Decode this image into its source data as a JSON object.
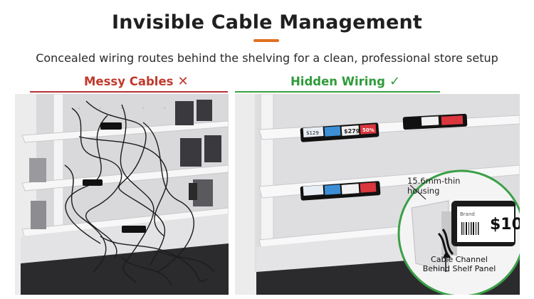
{
  "header": {
    "title": "Invisible Cable Management",
    "subtitle": "Concealed wiring routes behind the shelving for a clean, professional store setup"
  },
  "panels": {
    "left": {
      "label": "Messy Cables",
      "mark": "✕",
      "icon": "cross-icon",
      "color": "#c0392b"
    },
    "right": {
      "label": "Hidden Wiring",
      "mark": "✓",
      "icon": "check-icon",
      "color": "#2f9b3a"
    }
  },
  "callouts": {
    "housing_line1": "15.6mm-thin",
    "housing_line2": "housing",
    "channel_line1": "Cable Channel",
    "channel_line2": "Behind Shelf Panel"
  },
  "labels": {
    "price1": "$129",
    "price2": "$279",
    "sale": "50%",
    "zoom_price": "$10",
    "zoom_brand": "Brand"
  },
  "colors": {
    "accent": "#e07020",
    "bad": "#c0392b",
    "good": "#2f9b3a"
  }
}
